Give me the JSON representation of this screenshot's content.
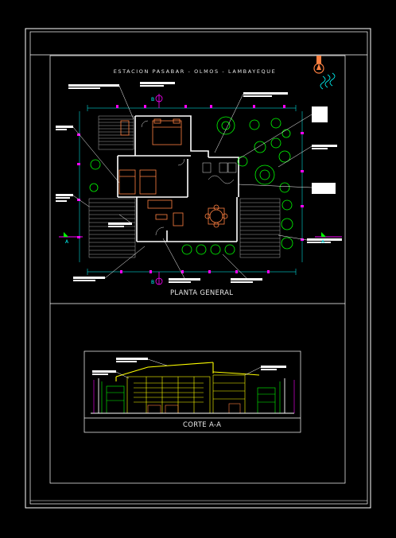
{
  "drawing": {
    "plan_header": "ESTACION PASABAR - OLMOS - LAMBAYEQUE",
    "plan_caption": "PLANTA GENERAL",
    "section_caption": "CORTE A-A",
    "section_marker": "A",
    "cut_marker": "B"
  },
  "colors": {
    "background": "#000000",
    "frame": "#ffffff",
    "walls": "#ffffff",
    "furniture": "#ff8040",
    "trees": "#00ff00",
    "dimensions": "#00ffff",
    "markers": "#ff00ff",
    "section_lines": "#ffff00"
  },
  "icons": [
    "north-arrow-icon",
    "section-marker-icon",
    "tree-icon"
  ]
}
